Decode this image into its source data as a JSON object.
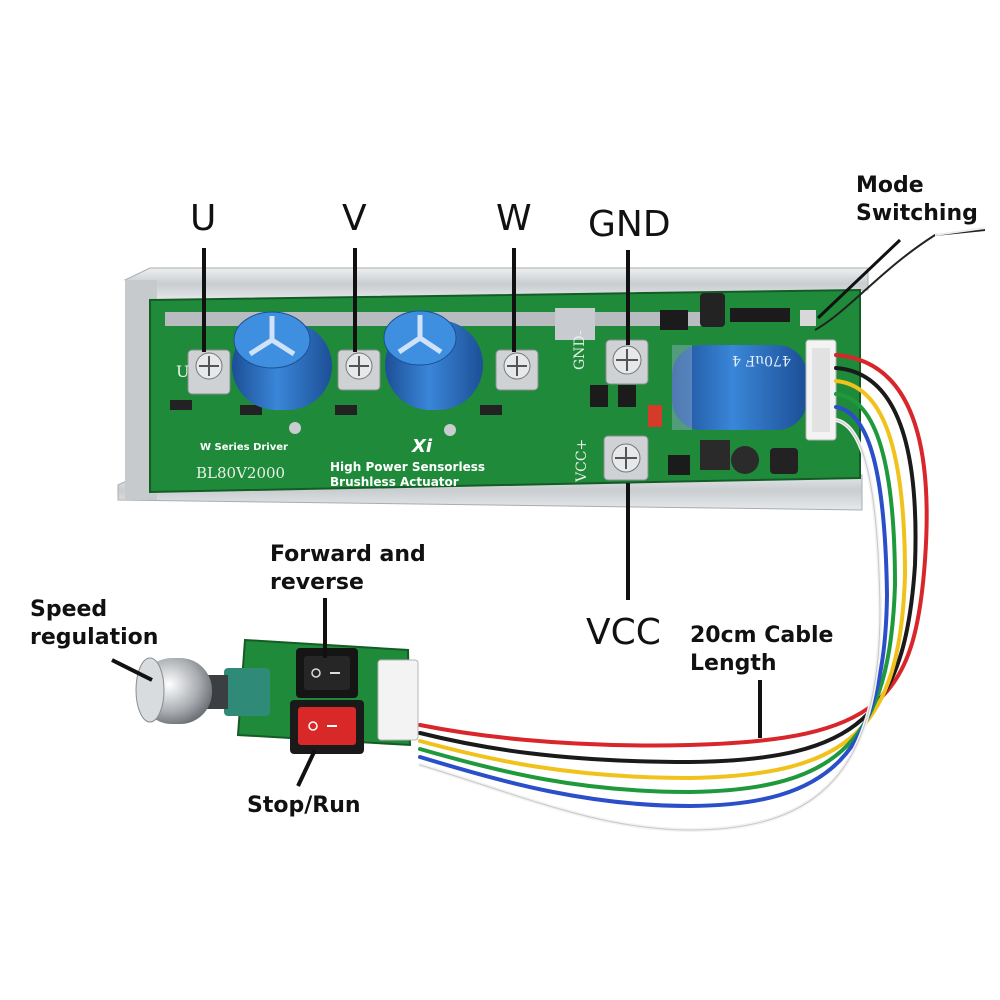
{
  "labels": {
    "u": "U",
    "v": "V",
    "w": "W",
    "gnd": "GND",
    "vcc": "VCC",
    "mode_switching_1": "Mode",
    "mode_switching_2": "Switching",
    "forward_reverse_1": "Forward and",
    "forward_reverse_2": "reverse",
    "speed_regulation_1": "Speed",
    "speed_regulation_2": "regulation",
    "stop_run": "Stop/Run",
    "cable_length_1": "20cm Cable",
    "cable_length_2": "Length"
  },
  "board": {
    "series": "W Series Driver",
    "brand": "Xi",
    "desc_1": "High Power Sensorless",
    "desc_2": "Brushless Actuator",
    "model": "BL80V2000",
    "silk_gnd": "GND-",
    "silk_vcc": "VCC+",
    "silk_u": "U",
    "cap_text": "470uF 4"
  },
  "colors": {
    "pcb": "#1f8a3a",
    "heatsink": "#d9dcde",
    "capacitor": "#2a6fc0",
    "wire_red": "#d8262a",
    "wire_black": "#1a1a1a",
    "wire_yellow": "#f1c21b",
    "wire_green": "#1e9a3c",
    "wire_blue": "#2a4fc9",
    "wire_white": "#f2f2f2"
  }
}
